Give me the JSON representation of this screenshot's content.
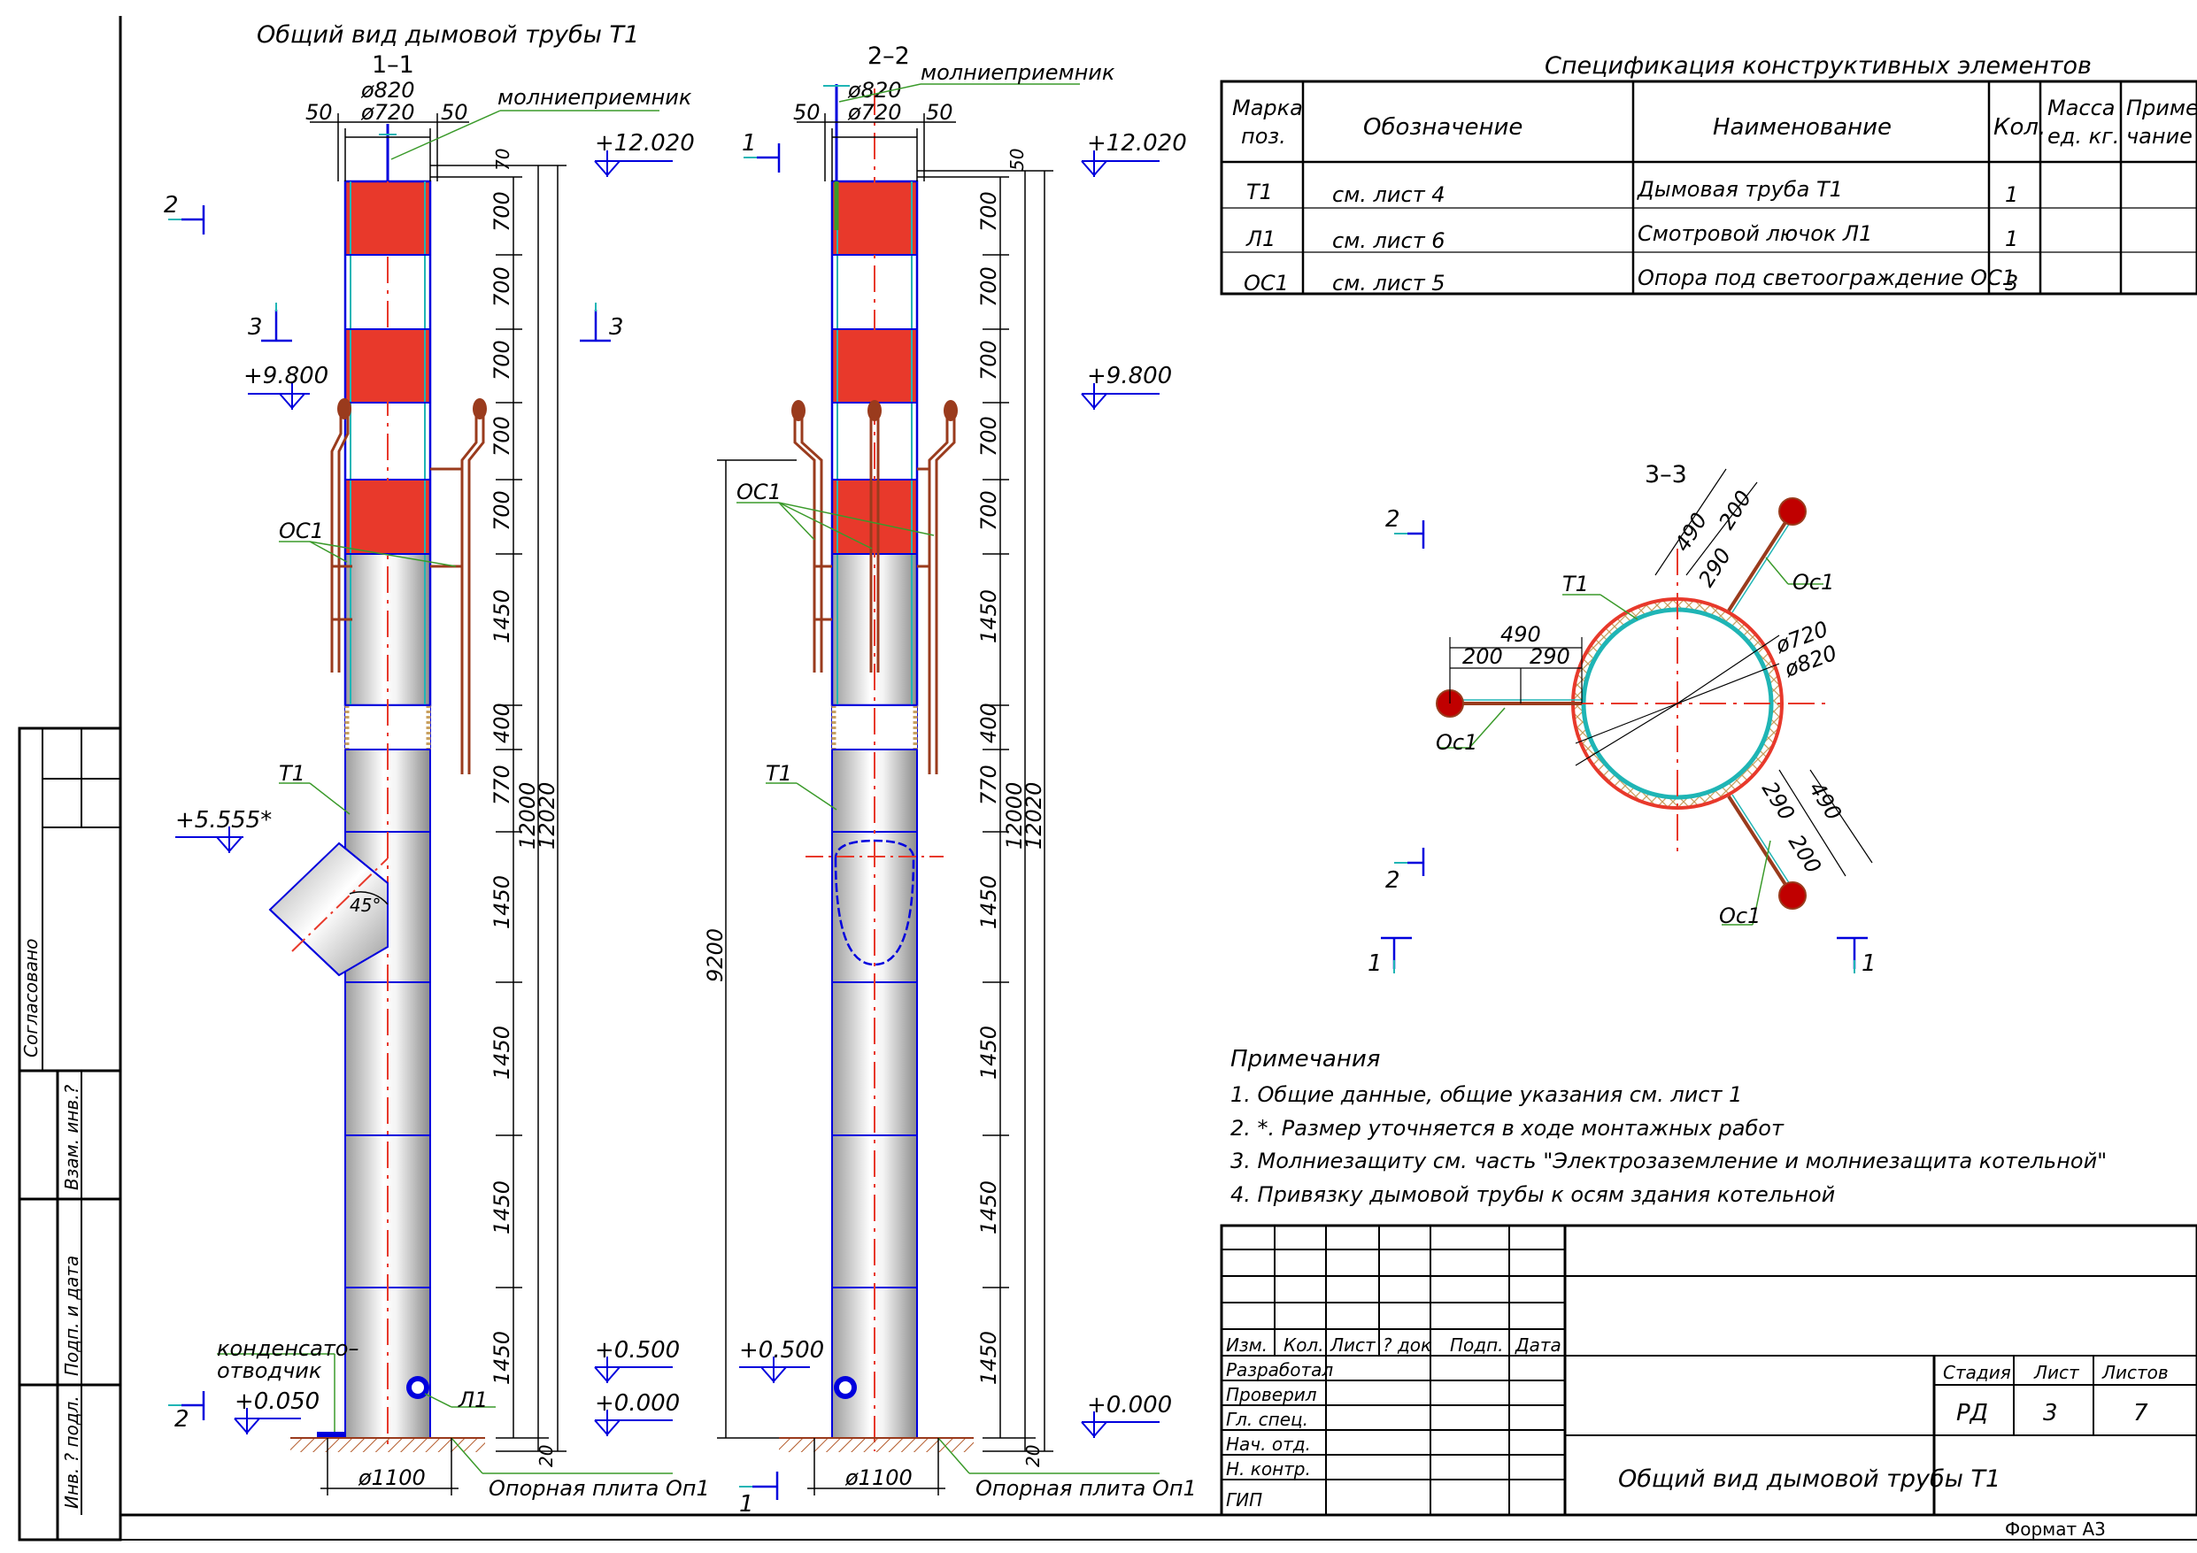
{
  "colors": {
    "red": "#e8392b",
    "blue": "#0000dd",
    "teal": "#1fb5b5",
    "green": "#3a9a2a",
    "brown": "#9a3b1d",
    "hatch": "#c8a060"
  },
  "view1": {
    "title": "Общий вид дымовой трубы Т1",
    "section": "1–1",
    "dia_outer": "ø820",
    "dia_inner": "ø720",
    "off_l": "50",
    "off_r": "50",
    "lightning": "молниеприемник",
    "lvl_top": "+12.020",
    "lvl_mid": "+9.800",
    "lvl_flue": "+5.555*",
    "lvl_cond": "+0.050",
    "lvl_050": "+0.500",
    "lvl_000": "+0.000",
    "sec2": "2",
    "sec3": "3",
    "dims": [
      "70",
      "700",
      "700",
      "700",
      "700",
      "700",
      "1450",
      "400",
      "770",
      "1450",
      "1450",
      "1450",
      "1450",
      "20"
    ],
    "total1": "12000",
    "total2": "12020",
    "angle": "45°",
    "tag_oc": "ОС1",
    "tag_t": "Т1",
    "tag_l": "Л1",
    "condensate_1": "конденсато–",
    "condensate_2": "отводчик",
    "base_dia": "ø1100",
    "plate": "Опорная плита Оп1"
  },
  "view2": {
    "section": "2–2",
    "dia_outer": "ø820",
    "dia_inner": "ø720",
    "off_l": "50",
    "off_r": "50",
    "lightning": "молниеприемник",
    "lvl_top": "+12.020",
    "lvl_mid": "+9.800",
    "lvl_050": "+0.500",
    "lvl_000": "+0.000",
    "sec1": "1",
    "dims": [
      "50",
      "700",
      "700",
      "700",
      "700",
      "700",
      "1450",
      "400",
      "770",
      "1450",
      "1450",
      "1450",
      "1450",
      "20"
    ],
    "total1": "12000",
    "total2": "12020",
    "left_dim": "9200",
    "tag_oc": "ОС1",
    "tag_t": "Т1",
    "base_dia": "ø1100",
    "plate": "Опорная плита Оп1"
  },
  "spec": {
    "title": "Спецификация конструктивных элементов",
    "headers": [
      "Марка поз.",
      "Обозначение",
      "Наименование",
      "Кол.",
      "Масса ед. кг.",
      "Приме- чание"
    ],
    "rows": [
      [
        "Т1",
        "см. лист 4",
        "Дымовая труба Т1",
        "1"
      ],
      [
        "Л1",
        "см. лист 6",
        "Смотровой лючок Л1",
        "1"
      ],
      [
        "ОС1",
        "см. лист  5",
        "Опора под светоограждение ОС1",
        "3"
      ]
    ]
  },
  "section33": {
    "title": "3–3",
    "d490": "490",
    "d200": "200",
    "d290": "290",
    "dia_inner": "ø720",
    "dia_outer": "ø820",
    "tag_t": "Т1",
    "tag_oc": "Ос1",
    "sec2": "2",
    "sec1": "1"
  },
  "notes": {
    "title": "Примечания",
    "items": [
      "1.  Общие данные, общие указания см. лист 1",
      "2.  *.  Размер уточняется в ходе монтажных работ",
      "3.  Молниезащиту см. часть \"Электрозаземление и молниезащита котельной\"",
      "4.  Привязку дымовой трубы к осям здания котельной"
    ]
  },
  "stamp": {
    "cols": [
      "Изм.",
      "Кол.",
      "Лист",
      "? док",
      "Подп.",
      "Дата"
    ],
    "roles": [
      "Разработал",
      "Проверил",
      "Гл. спец.",
      "Нач. отд.",
      "Н. контр.",
      "ГИП"
    ],
    "stage_h": "Стадия",
    "sheet_h": "Лист",
    "sheets_h": "Листов",
    "stage": "РД",
    "sheet": "3",
    "sheets": "7",
    "title": "Общий вид дымовой трубы Т1",
    "format": "Формат  А3"
  },
  "side": {
    "agreed": "Согласовано",
    "inv_zam": "Взам. инв.?",
    "sign_date": "Подп. и дата",
    "inv_orig": "Инв. ? подл."
  }
}
